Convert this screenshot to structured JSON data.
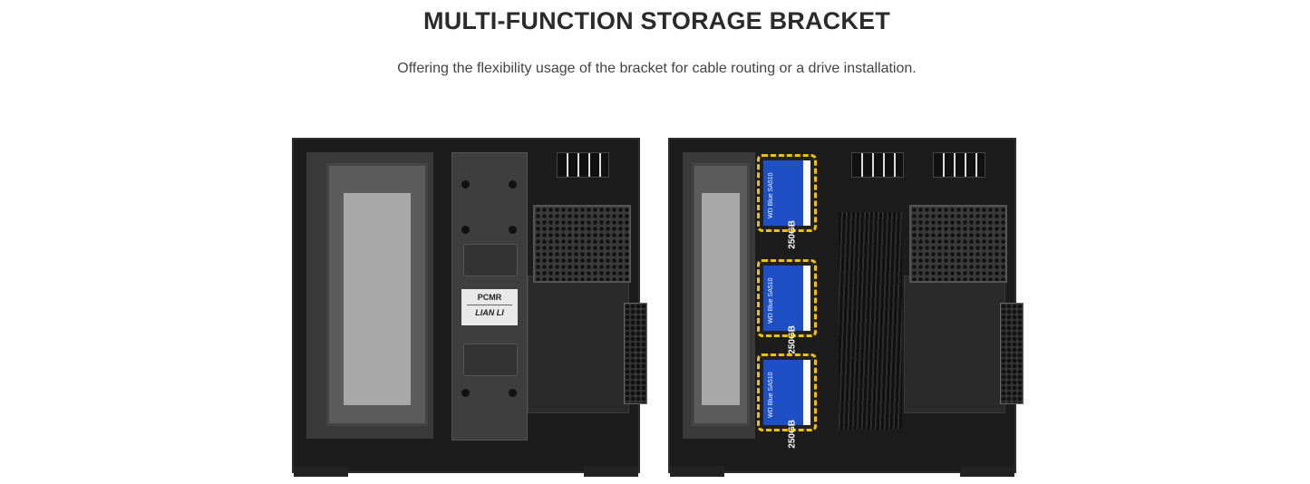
{
  "section": {
    "title": "MULTI-FUNCTION STORAGE BRACKET",
    "subtitle": "Offering the flexibility usage of the bracket for cable routing or a drive installation."
  },
  "images": {
    "left": {
      "badge_line1": "PCMR",
      "badge_line2": "LIAN LI"
    },
    "right": {
      "drives": [
        {
          "label": "WD Blue SA510",
          "capacity": "250GB"
        },
        {
          "label": "WD Blue SA510",
          "capacity": "250GB"
        },
        {
          "label": "WD Blue SA510",
          "capacity": "250GB"
        }
      ],
      "highlight_color": "#f2c200"
    }
  }
}
